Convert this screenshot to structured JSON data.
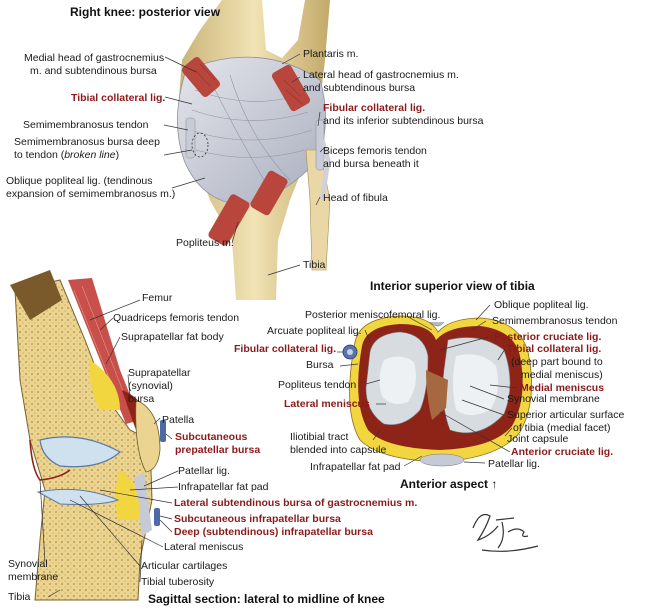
{
  "titles": {
    "posterior": "Right knee: posterior view",
    "tibia_view": "Interior superior view of tibia",
    "anterior_aspect": "Anterior aspect ↑",
    "sagittal": "Sagittal section: lateral to midline of knee"
  },
  "posterior_labels": {
    "medial_gastroc_1": "Medial head of gastrocnemius",
    "medial_gastroc_2": "m. and subtendinous bursa",
    "tibial_collateral": "Tibial collateral lig.",
    "semimem_tendon": "Semimembranosus tendon",
    "semimem_bursa_1": "Semimembranosus bursa deep",
    "semimem_bursa_2a": "to tendon (",
    "semimem_bursa_2b": "broken line",
    "semimem_bursa_2c": ")",
    "obl_popliteal_1": "Oblique popliteal lig. (tendinous",
    "obl_popliteal_2": "expansion of semimembranosus m.)",
    "plantaris": "Plantaris m.",
    "lat_gastroc_1": "Lateral head of gastrocnemius m.",
    "lat_gastroc_2": "and subtendinous bursa",
    "fibular_collateral": "Fibular collateral lig.",
    "fibular_collateral_2": "and its inferior subtendinous bursa",
    "biceps_1": "Biceps femoris tendon",
    "biceps_2": "and bursa beneath it",
    "head_fibula": "Head of fibula",
    "popliteus": "Popliteus m.",
    "tibia": "Tibia"
  },
  "tibia_labels": {
    "post_menisco": "Posterior meniscofemoral lig.",
    "arcuate": "Arcuate popliteal lig.",
    "fibular_coll": "Fibular collateral lig.",
    "bursa": "Bursa",
    "popliteus_tendon": "Popliteus tendon",
    "lateral_meniscus": "Lateral meniscus",
    "iliotibial_1": "Iliotibial tract",
    "iliotibial_2": "blended into capsule",
    "infrapatellar_fat": "Infrapatellar fat pad",
    "oblique_popliteal": "Oblique popliteal lig.",
    "semimem_tendon": "Semimembranosus tendon",
    "post_cruciate": "Posterior cruciate lig.",
    "tibial_coll": "Tibial collateral lig.",
    "tibial_coll_2": "(deep part bound to",
    "tibial_coll_3": "medial meniscus)",
    "medial_meniscus": "Medial meniscus",
    "synovial": "Synovial membrane",
    "sup_artic_1": "Superior articular surface",
    "sup_artic_2": "of tibia (medial facet)",
    "joint_capsule": "Joint capsule",
    "ant_cruciate": "Anterior cruciate lig.",
    "patellar_lig": "Patellar lig."
  },
  "sagittal_labels": {
    "femur": "Femur",
    "quadriceps": "Quadriceps femoris tendon",
    "suprapatellar_fat": "Suprapatellar fat body",
    "suprapatellar_bursa_1": "Suprapatellar",
    "suprapatellar_bursa_2": "(synovial)",
    "suprapatellar_bursa_3": "bursa",
    "patella": "Patella",
    "subcut_prepatellar_1": "Subcutaneous",
    "subcut_prepatellar_2": "prepatellar bursa",
    "patellar_lig": "Patellar lig.",
    "infrapatellar_fat": "Infrapatellar fat pad",
    "lat_subtend": "Lateral subtendinous bursa of gastrocnemius m.",
    "subcut_infra": "Subcutaneous infrapatellar bursa",
    "deep_infra": "Deep (subtendinous) infrapatellar bursa",
    "lateral_meniscus": "Lateral meniscus",
    "articular_cart": "Articular cartilages",
    "tibial_tuberosity": "Tibial tuberosity",
    "synovial_1": "Synovial",
    "synovial_2": "membrane",
    "tibia": "Tibia"
  },
  "signature": "F. Netter M.D.",
  "colors": {
    "label_red": "#8b1a1a",
    "bone": "#e8d6a0",
    "ligament": "#c9ccd6",
    "muscle": "#b8463c",
    "fat": "#f2d640",
    "synovium": "#8e2418"
  }
}
